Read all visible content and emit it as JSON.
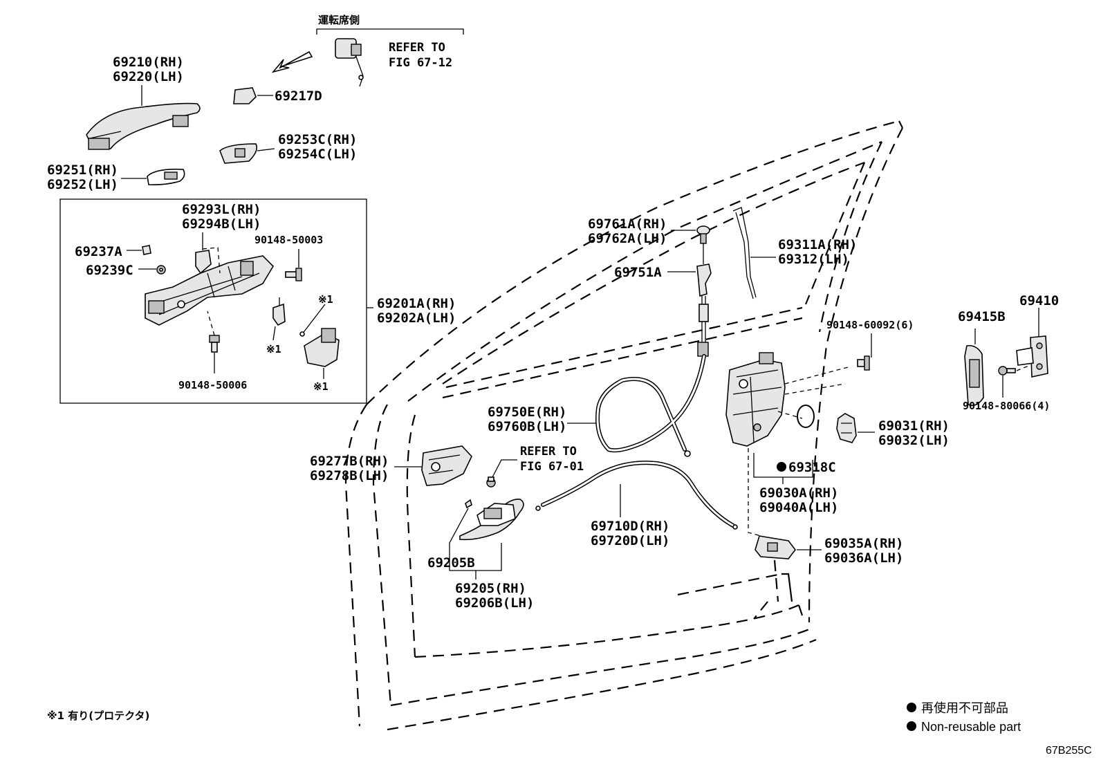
{
  "diagram_code": "67B255C",
  "driver_side_label": "運転席側",
  "refer_a": {
    "line1": "REFER TO",
    "line2": "FIG 67-12"
  },
  "refer_b": {
    "line1": "REFER TO",
    "line2": "FIG 67-01"
  },
  "parts": {
    "p69210": "69210(RH)",
    "p69220": "69220(LH)",
    "p69217D": "69217D",
    "p69253C": "69253C(RH)",
    "p69254C": "69254C(LH)",
    "p69251": "69251(RH)",
    "p69252": "69252(LH)",
    "p69293L": "69293L(RH)",
    "p69294B": "69294B(LH)",
    "p69237A": "69237A",
    "p69239C": "69239C",
    "p90148_50003": "90148-50003",
    "p90148_50006": "90148-50006",
    "p69201A": "69201A(RH)",
    "p69202A": "69202A(LH)",
    "star1": "※1",
    "p69761A": "69761A(RH)",
    "p69762A": "69762A(LH)",
    "p69751A": "69751A",
    "p69311A": "69311A(RH)",
    "p69312": "69312(LH)",
    "p90148_60092": "90148-60092(6)",
    "p69415B": "69415B",
    "p69410": "69410",
    "p90148_80066": "90148-80066(4)",
    "p69750E": "69750E(RH)",
    "p69760B": "69760B(LH)",
    "p69031": "69031(RH)",
    "p69032": "69032(LH)",
    "p69318C": "69318C",
    "p69030A": "69030A(RH)",
    "p69040A": "69040A(LH)",
    "p69277B": "69277B(RH)",
    "p69278B": "69278B(LH)",
    "p69710D": "69710D(RH)",
    "p69720D": "69720D(LH)",
    "p69035A": "69035A(RH)",
    "p69036A": "69036A(LH)",
    "p69205B": "69205B",
    "p69205": "69205(RH)",
    "p69206B": "69206B(LH)"
  },
  "footnote": "※1 有り(プロテクタ)",
  "legend": {
    "jp": "再使用不可部品",
    "en": "Non-reusable part"
  }
}
